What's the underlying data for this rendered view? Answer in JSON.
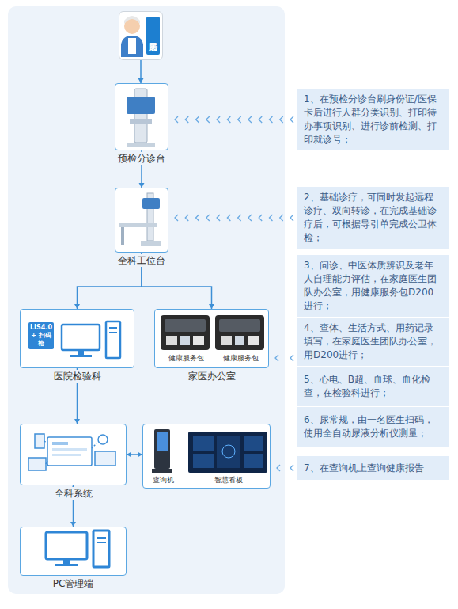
{
  "diagram": {
    "nodes": [
      {
        "text": [
          "居民"
        ]
      },
      {
        "text": [
          "预检分诊台"
        ]
      },
      {
        "text": [
          "全科工位台"
        ]
      },
      {
        "text": [
          "LIS4.0 + 扫码枪",
          "PC",
          "医院检验科"
        ]
      },
      {
        "text": [
          "健康服务包",
          "健康服务包",
          "家医办公室"
        ]
      },
      {
        "text": [
          "全科系统"
        ]
      },
      {
        "text": [
          "查询机",
          "智慧看板"
        ]
      },
      {
        "text": [
          "PC管理端"
        ]
      },
      {
        "text": [
          "1、在预检分诊台刷身份证/医保卡后进行人群分类识别、打印待办事项识别、进行诊前检测、打印就诊号；"
        ]
      },
      {
        "text": [
          "2、基础诊疗，可同时发起远程诊疗、双向转诊，在完成基础诊疗后，可根据导引单完成公卫体检；"
        ]
      },
      {
        "text": [
          "3、问诊、中医体质辨识及老年人自理能力评估，在家庭医生团队办公室，用健康服务包D200进行；"
        ]
      },
      {
        "text": [
          "4、查体、生活方式、用药记录填写，在家庭医生团队办公室，用D200进行；"
        ]
      },
      {
        "text": [
          "5、心电、B超、血球、血化检查，在检验科进行；"
        ]
      },
      {
        "text": [
          "6、尿常规，由一名医生扫码，使用全自动尿液分析仪测量；"
        ]
      },
      {
        "text": [
          "7、在查询机上查询健康报告"
        ]
      }
    ],
    "edges": [
      {
        "from": 0,
        "to": 1,
        "arrow": "to"
      },
      {
        "from": 1,
        "to": 2,
        "arrow": "to"
      },
      {
        "from": 2,
        "to": 3,
        "arrow": "to"
      },
      {
        "from": 2,
        "to": 4,
        "arrow": "to"
      },
      {
        "from": 3,
        "to": 5,
        "arrow": "to"
      },
      {
        "from": 5,
        "to": 6,
        "arrow": "both"
      },
      {
        "from": 5,
        "to": 7,
        "arrow": "both"
      },
      {
        "from": 8,
        "to": 1,
        "arrow": "to"
      },
      {
        "from": 9,
        "to": 2,
        "arrow": "to"
      },
      {
        "from": 11,
        "to": 4,
        "arrow": "to"
      },
      {
        "from": 14,
        "to": 6,
        "arrow": "to"
      }
    ]
  }
}
